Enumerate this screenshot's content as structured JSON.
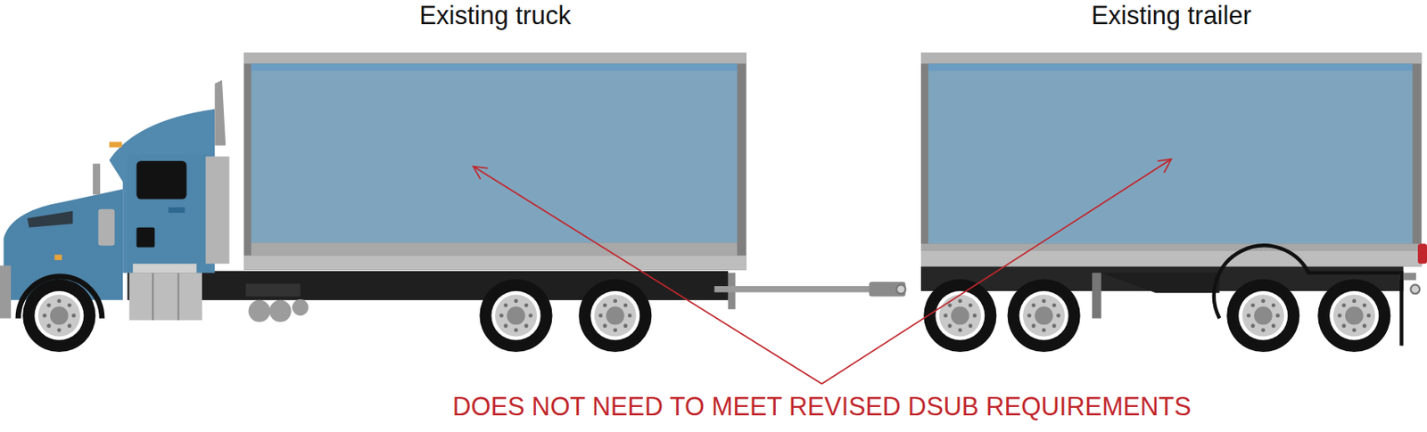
{
  "diagram": {
    "nodes": [
      {
        "text": [
          "Existing truck"
        ]
      },
      {
        "text": [
          "Existing trailer"
        ]
      }
    ],
    "labels": [
      "DOES NOT NEED TO MEET REVISED DSUB REQUIREMENTS"
    ]
  }
}
